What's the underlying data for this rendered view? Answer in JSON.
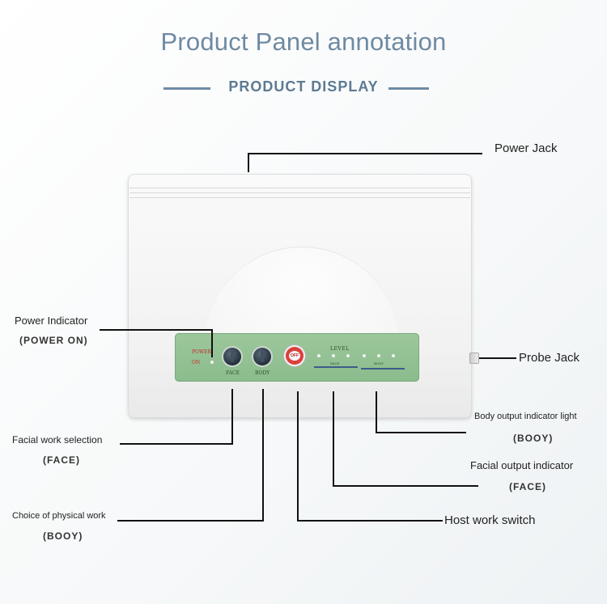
{
  "title": "Product Panel annotation",
  "subtitle": "PRODUCT DISPLAY",
  "device": {
    "panel": {
      "power_label": "POWER",
      "on_label": "ON",
      "face_label": "FACE",
      "body_label": "BODY",
      "off_label": "OFF",
      "level_label": "LEVEL",
      "face_bar_label": "FACE",
      "body_bar_label": "BODY"
    }
  },
  "annotations": {
    "power_jack": "Power Jack",
    "probe_jack": "Probe Jack",
    "power_indicator": "Power Indicator",
    "power_indicator_sub": "(POWER ON)",
    "facial_work_selection": "Facial work selection",
    "facial_work_selection_sub": "(FACE)",
    "choice_physical_work": "Choice of physical work",
    "choice_physical_work_sub": "(BOOY)",
    "body_output_indicator": "Body output indicator light",
    "body_output_indicator_sub": "(BOOY)",
    "facial_output_indicator": "Facial output indicator",
    "facial_output_indicator_sub": "(FACE)",
    "host_work_switch": "Host work switch"
  }
}
